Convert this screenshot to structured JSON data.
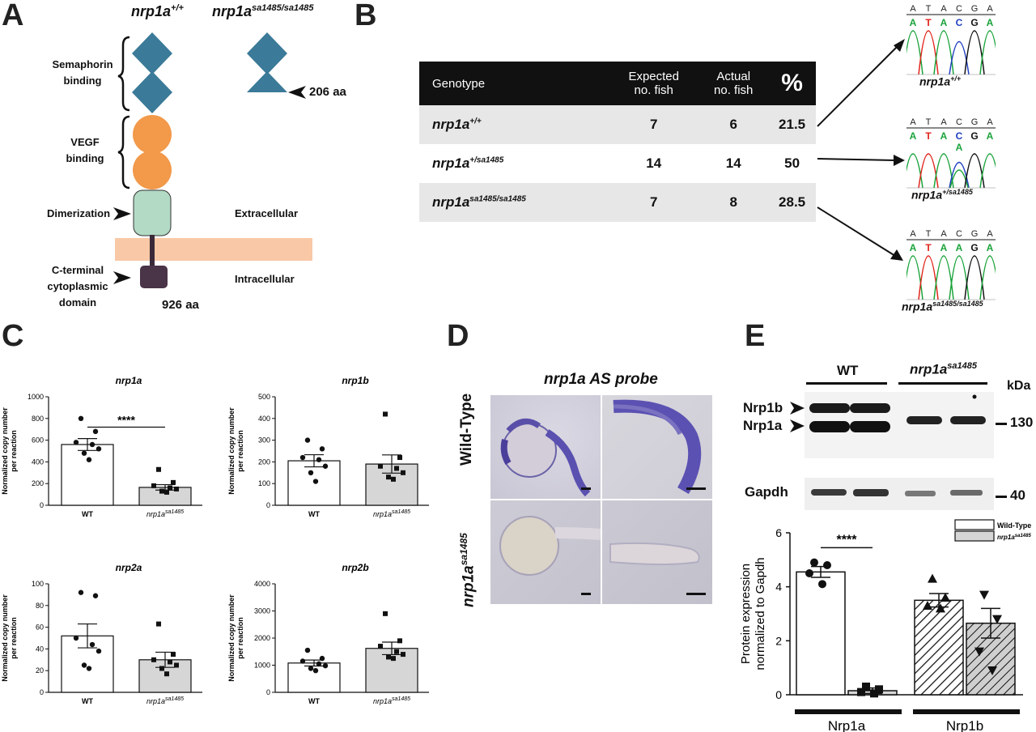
{
  "panels": {
    "a": "A",
    "b": "B",
    "c": "C",
    "d": "D",
    "e": "E"
  },
  "panel_a": {
    "col1": "nrp1a",
    "col1_sup": "+/+",
    "col2": "nrp1a",
    "col2_sup": "sa1485/sa1485",
    "sema_l1": "Semaphorin",
    "sema_l2": "binding",
    "vegf_l1": "VEGF",
    "vegf_l2": "binding",
    "dimer": "Dimerization",
    "cterm_l1": "C-terminal",
    "cterm_l2": "cytoplasmic",
    "cterm_l3": "domain",
    "extra": "Extracellular",
    "intra": "Intracellular",
    "aa_full": "926 aa",
    "aa_trunc": "206 aa"
  },
  "panel_b": {
    "headers": {
      "genotype": "Genotype",
      "expected_l1": "Expected",
      "expected_l2": "no. fish",
      "actual_l1": "Actual",
      "actual_l2": "no. fish",
      "pct": "%"
    },
    "rows": [
      {
        "base": "nrp1a",
        "sup": "+/+",
        "expected": "7",
        "actual": "6",
        "pct": "21.5"
      },
      {
        "base": "nrp1a",
        "sup": "+/sa1485",
        "expected": "14",
        "actual": "14",
        "pct": "50"
      },
      {
        "base": "nrp1a",
        "sup": "sa1485/sa1485",
        "expected": "7",
        "actual": "8",
        "pct": "28.5"
      }
    ],
    "traces": [
      {
        "ref": [
          "A",
          "T",
          "A",
          "C",
          "G",
          "A"
        ],
        "call": [
          "A",
          "T",
          "A",
          "C",
          "G",
          "A"
        ],
        "extra": "",
        "base": "nrp1a",
        "sup": "+/+"
      },
      {
        "ref": [
          "A",
          "T",
          "A",
          "C",
          "G",
          "A"
        ],
        "call": [
          "A",
          "T",
          "A",
          "C",
          "G",
          "A"
        ],
        "extra": "A",
        "base": "nrp1a",
        "sup": "+/sa1485"
      },
      {
        "ref": [
          "A",
          "T",
          "A",
          "C",
          "G",
          "A"
        ],
        "call": [
          "A",
          "T",
          "A",
          "A",
          "G",
          "A"
        ],
        "extra": "",
        "base": "nrp1a",
        "sup": "sa1485/sa1485"
      }
    ],
    "base_colors": {
      "A": "#1aa33a",
      "T": "#e0241b",
      "C": "#1f3fbf",
      "G": "#111111"
    }
  },
  "panel_c": {
    "ylabel_l1": "Normalized copy number",
    "ylabel_l2": "per reaction",
    "wt": "WT",
    "mut_base": "nrp1a",
    "mut_sup": "sa1485",
    "sig": "****"
  },
  "panel_d": {
    "title": "nrp1a AS probe",
    "row1": "Wild-Type",
    "row2_base": "nrp1a",
    "row2_sup": "sa1485"
  },
  "panel_e": {
    "wt": "WT",
    "mut_base": "nrp1a",
    "mut_sup": "sa1485",
    "kda": "kDa",
    "nrp1b": "Nrp1b",
    "nrp1a": "Nrp1a",
    "gapdh": "Gapdh",
    "m130": "130",
    "m40": "40",
    "sig": "****"
  },
  "chart_data": [
    {
      "type": "bar",
      "title": "nrp1a",
      "categories": [
        "WT",
        "nrp1a sa1485"
      ],
      "values": [
        560,
        165
      ],
      "errors": [
        55,
        25
      ],
      "ylim": [
        0,
        1000
      ],
      "yticks": [
        0,
        200,
        400,
        600,
        800,
        1000
      ],
      "ylabel": "Normalized copy number per reaction",
      "points": [
        [
          800,
          680,
          580,
          560,
          520,
          480,
          420
        ],
        [
          330,
          210,
          180,
          160,
          150,
          130,
          120
        ]
      ],
      "annotation": "****"
    },
    {
      "type": "bar",
      "title": "nrp1b",
      "categories": [
        "WT",
        "nrp1a sa1485"
      ],
      "values": [
        205,
        190
      ],
      "errors": [
        28,
        42
      ],
      "ylim": [
        0,
        500
      ],
      "yticks": [
        0,
        100,
        200,
        300,
        400,
        500
      ],
      "ylabel": "Normalized copy number per reaction",
      "points": [
        [
          300,
          260,
          220,
          210,
          180,
          150,
          110
        ],
        [
          420,
          220,
          180,
          170,
          150,
          130,
          120
        ]
      ]
    },
    {
      "type": "bar",
      "title": "nrp2a",
      "categories": [
        "WT",
        "nrp1a sa1485"
      ],
      "values": [
        52,
        30
      ],
      "errors": [
        11,
        7
      ],
      "ylim": [
        0,
        100
      ],
      "yticks": [
        0,
        20,
        40,
        60,
        80,
        100
      ],
      "ylabel": "Normalized copy number per reaction",
      "points": [
        [
          92,
          89,
          50,
          44,
          38,
          25,
          22
        ],
        [
          63,
          35,
          30,
          28,
          25,
          22,
          17
        ]
      ]
    },
    {
      "type": "bar",
      "title": "nrp2b",
      "categories": [
        "WT",
        "nrp1a sa1485"
      ],
      "values": [
        1080,
        1620
      ],
      "errors": [
        110,
        230
      ],
      "ylim": [
        0,
        4000
      ],
      "yticks": [
        0,
        1000,
        2000,
        3000,
        4000
      ],
      "ylabel": "Normalized copy number per reaction",
      "points": [
        [
          1550,
          1250,
          1150,
          1050,
          980,
          880,
          800
        ],
        [
          2900,
          1900,
          1700,
          1500,
          1400,
          1300,
          1250
        ]
      ]
    },
    {
      "type": "bar",
      "title": "",
      "categories": [
        "Nrp1a",
        "Nrp1b"
      ],
      "ylim": [
        0,
        6
      ],
      "yticks": [
        0,
        2,
        4,
        6
      ],
      "ylabel": "Protein expression normalized to Gapdh",
      "annotation": "****",
      "series": [
        {
          "name": "Wild-Type",
          "values": [
            4.55,
            3.5
          ],
          "errors": [
            0.2,
            0.25
          ],
          "points": [
            [
              4.9,
              4.8,
              4.5,
              4.1
            ],
            [
              4.3,
              3.6,
              3.3,
              3.2
            ]
          ]
        },
        {
          "name": "nrp1a sa1485",
          "values": [
            0.15,
            2.65
          ],
          "errors": [
            0.1,
            0.55
          ],
          "points": [
            [
              0.3,
              0.2,
              0.1,
              0.05
            ],
            [
              3.7,
              2.8,
              1.6,
              0.9
            ]
          ]
        }
      ]
    }
  ]
}
